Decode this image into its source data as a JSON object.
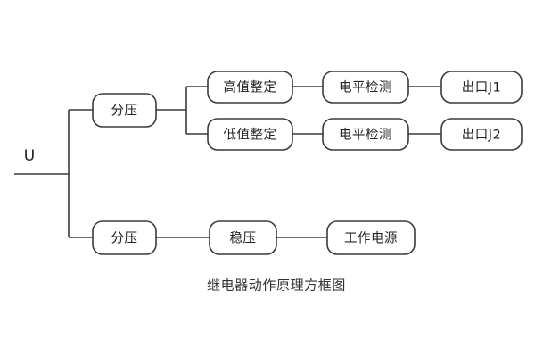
{
  "figure": {
    "caption": "继电器动作原理方框图",
    "background_color": "#ffffff",
    "line_color": "#3a3a3a",
    "text_color": "#222222"
  },
  "source": {
    "label": "U",
    "name": "input-voltage"
  },
  "nodes": {
    "divider_top": {
      "label": "分压"
    },
    "divider_bottom": {
      "label": "分压"
    },
    "high_set": {
      "label": "高值整定"
    },
    "low_set": {
      "label": "低值整定"
    },
    "level_detect_1": {
      "label": "电平检测"
    },
    "level_detect_2": {
      "label": "电平检测"
    },
    "output_j1": {
      "label": "出口J1"
    },
    "output_j2": {
      "label": "出口J2"
    },
    "regulator": {
      "label": "稳压"
    },
    "power_supply": {
      "label": "工作电源"
    }
  },
  "flows": [
    {
      "name": "measurement-branch",
      "path": [
        "分压",
        "高值整定",
        "电平检测",
        "出口J1"
      ]
    },
    {
      "name": "measurement-branch-low",
      "path": [
        "分压",
        "低值整定",
        "电平检测",
        "出口J2"
      ]
    },
    {
      "name": "power-branch",
      "path": [
        "分压",
        "稳压",
        "工作电源"
      ]
    }
  ]
}
